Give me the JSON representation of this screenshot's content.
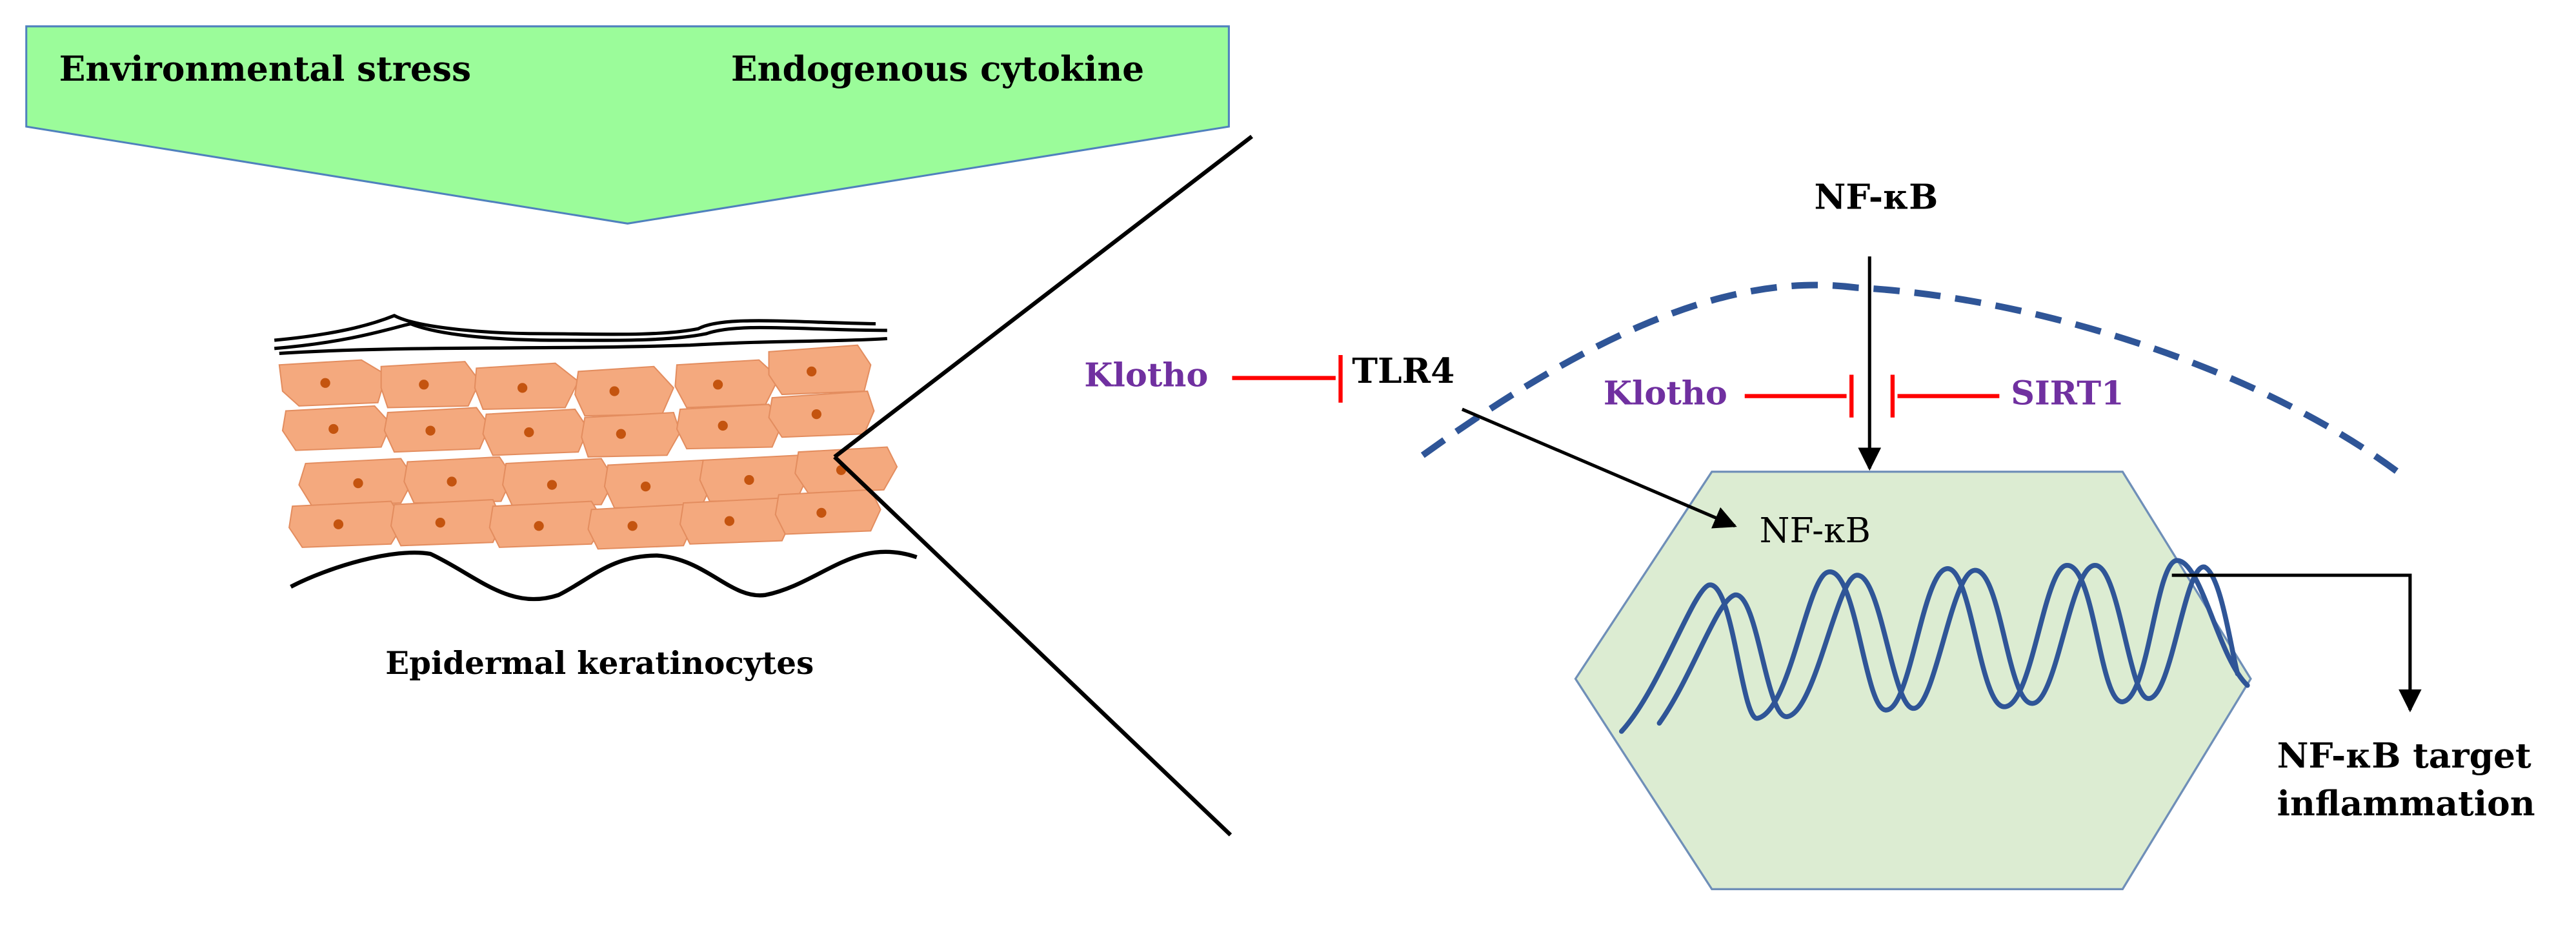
{
  "banner": {
    "left_label": "Environmental stress",
    "right_label": "Endogenous cytokine",
    "fill": "#9bfc9a",
    "stroke": "#4f81bd"
  },
  "skin": {
    "caption": "Epidermal keratinocytes",
    "cell_fill": "#f4a97e",
    "nucleus_fill": "#c4540f"
  },
  "pathway": {
    "nfkb_top": "NF-κB",
    "klotho_left": "Klotho",
    "tlr4": "TLR4",
    "klotho_right": "Klotho",
    "sirt1": "SIRT1",
    "nfkb_nucleus": "NF-κB",
    "target_line1": "NF-κB target",
    "target_line2": "inflammation"
  },
  "colors": {
    "inhibitor_red": "#ff0000",
    "klotho_purple": "#7030a0",
    "membrane_blue": "#2f5597",
    "nucleus_fill": "#dcecd2",
    "dna_blue": "#2f5597"
  }
}
